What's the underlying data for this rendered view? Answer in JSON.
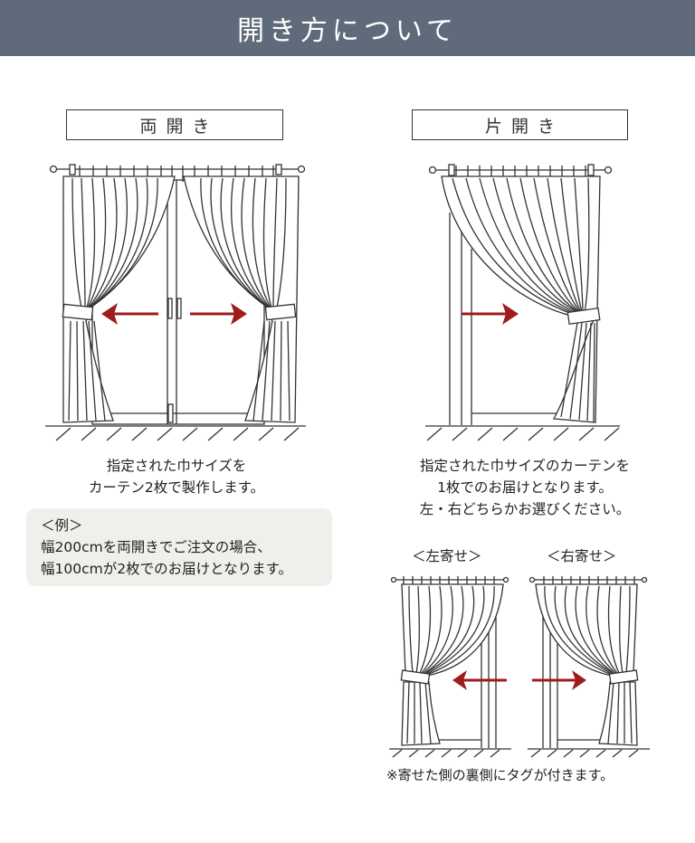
{
  "header": {
    "title": "開き方について",
    "background": "#5f6b7a"
  },
  "double_opening": {
    "label": "両開き",
    "caption_lines": [
      "指定された巾サイズを",
      "カーテン2枚で製作します。"
    ],
    "example": {
      "title": "＜例＞",
      "lines": [
        "幅200cmを両開きでご注文の場合、",
        "幅100cmが2枚でのお届けとなります。"
      ],
      "background": "#efefec"
    },
    "illustration": "curtain-double-opening",
    "arrows": [
      "left",
      "right"
    ]
  },
  "single_opening": {
    "label": "片開き",
    "caption_lines": [
      "指定された巾サイズのカーテンを",
      "1枚でのお届けとなります。",
      "左・右どちらかお選びください。"
    ],
    "illustration": "curtain-single-opening",
    "arrows": [
      "right"
    ],
    "variants": [
      {
        "label": "＜左寄せ＞",
        "arrow": "left"
      },
      {
        "label": "＜右寄せ＞",
        "arrow": "right"
      }
    ],
    "note": "※寄せた側の裏側にタグが付きます。"
  },
  "colors": {
    "arrow": "#a01c1c",
    "line": "#333333"
  }
}
